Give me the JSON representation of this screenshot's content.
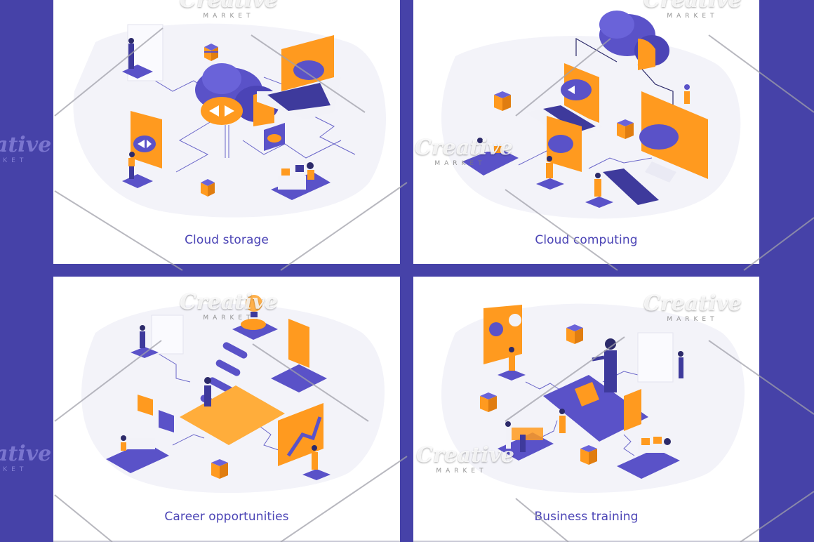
{
  "cards": [
    {
      "title": "Cloud storage",
      "illustration": "cloud-storage-isometric"
    },
    {
      "title": "Cloud computing",
      "illustration": "cloud-computing-isometric"
    },
    {
      "title": "Career opportunities",
      "illustration": "career-opportunities-isometric"
    },
    {
      "title": "Business training",
      "illustration": "business-training-isometric"
    }
  ],
  "watermark": {
    "brand": "Creative",
    "sub": "MARKET",
    "partial_brand": "ative",
    "partial_sub": "RKET"
  },
  "colors": {
    "background": "#4642a8",
    "card": "#ffffff",
    "caption": "#4a43b5",
    "accent_orange": "#ff9a1f",
    "accent_purple": "#5a52c8"
  }
}
